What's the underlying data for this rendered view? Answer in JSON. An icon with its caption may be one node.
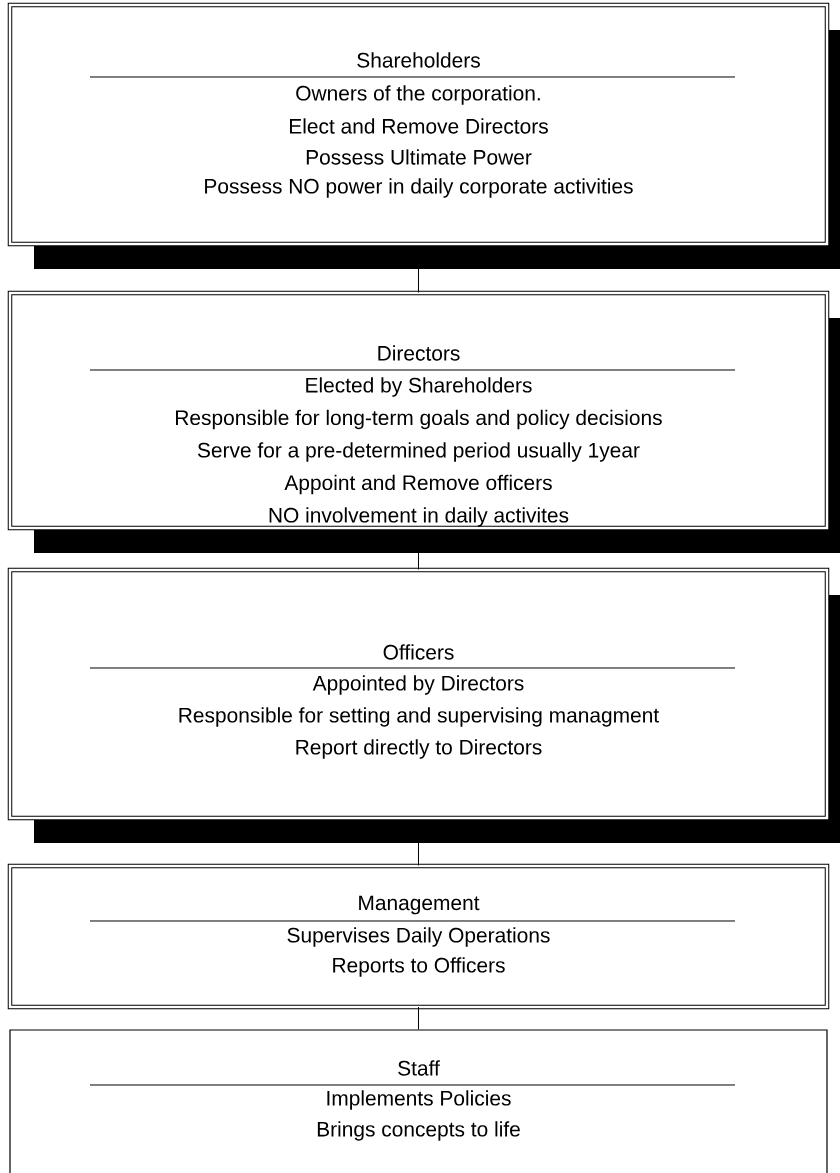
{
  "diagram": {
    "nodes": [
      {
        "text": [
          "Shareholders",
          "Owners of the corporation.",
          "Elect and Remove Directors",
          "Possess Ultimate Power",
          "Possess NO power in daily corporate activities"
        ]
      },
      {
        "text": [
          "Directors",
          "Elected by Shareholders",
          "Responsible for long-term goals and policy decisions",
          "Serve  for a pre-determined period usually 1year",
          "Appoint and Remove officers",
          "NO involvement in daily activites"
        ]
      },
      {
        "text": [
          "Officers",
          "Appointed by Directors",
          "Responsible for setting and supervising managment",
          "Report directly to Directors"
        ]
      },
      {
        "text": [
          "Management",
          "Supervises Daily Operations",
          "Reports to Officers"
        ]
      },
      {
        "text": [
          "Staff",
          "Implements Policies",
          "Brings concepts to life"
        ]
      }
    ],
    "edges": [
      {
        "from": 0,
        "to": 1,
        "arrow": "none"
      },
      {
        "from": 1,
        "to": 2,
        "arrow": "none"
      },
      {
        "from": 2,
        "to": 3,
        "arrow": "none"
      },
      {
        "from": 3,
        "to": 4,
        "arrow": "none"
      }
    ]
  }
}
